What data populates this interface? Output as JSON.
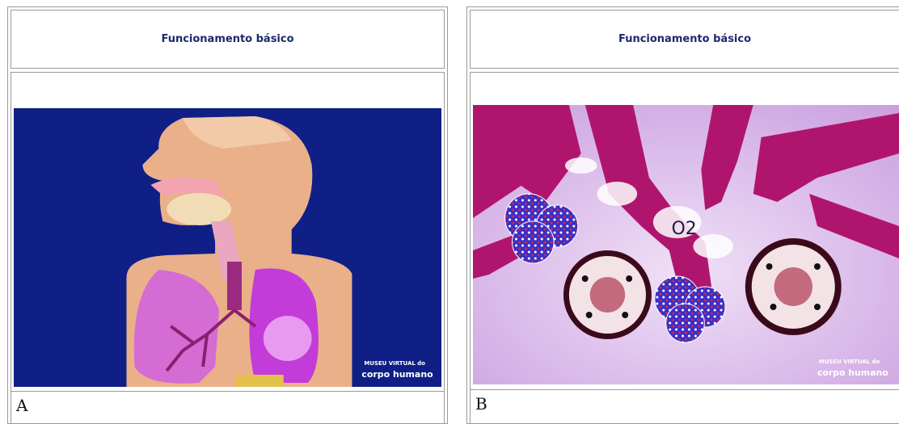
{
  "panels": [
    {
      "title": "Funcionamento básico",
      "caption": "A",
      "watermark": {
        "line1": "MUSEU VIRTUAL do",
        "line2": "corpo humano"
      },
      "background_color": "#0f1f86"
    },
    {
      "title": "Funcionamento básico",
      "caption": "B",
      "watermark": {
        "line1": "MUSEU VIRTUAL do",
        "line2": "corpo humano"
      },
      "label": "O2",
      "background_color": "#d8b6ea"
    }
  ]
}
